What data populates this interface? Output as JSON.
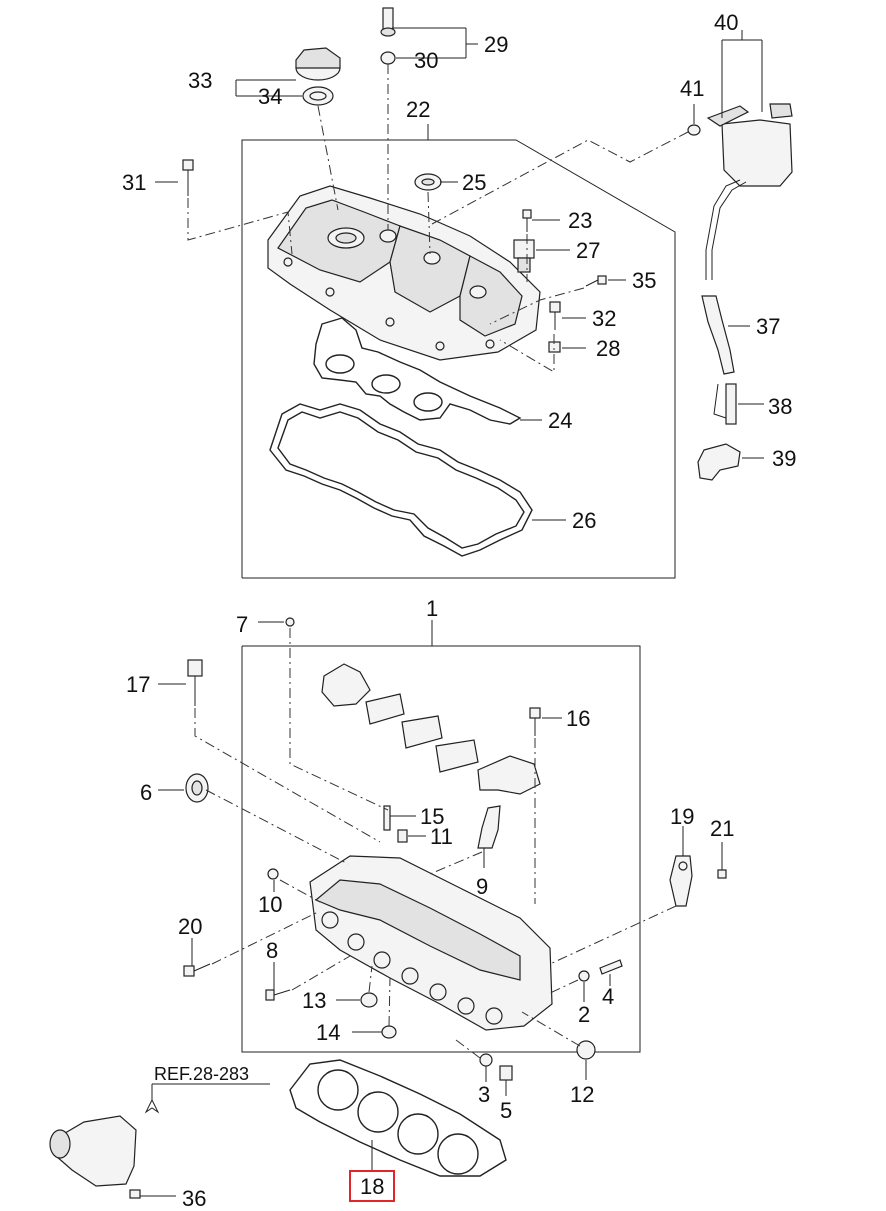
{
  "diagram": {
    "ref_note": "REF.28-283",
    "highlighted_part": "18",
    "colors": {
      "line": "#222222",
      "highlight": "#e0252b",
      "background": "#ffffff"
    },
    "labels": {
      "1": "1",
      "2": "2",
      "3": "3",
      "4": "4",
      "5": "5",
      "6": "6",
      "7": "7",
      "8": "8",
      "9": "9",
      "10": "10",
      "11": "11",
      "12": "12",
      "13": "13",
      "14": "14",
      "15": "15",
      "16": "16",
      "17": "17",
      "18": "18",
      "19": "19",
      "20": "20",
      "21": "21",
      "22": "22",
      "23": "23",
      "24": "24",
      "25": "25",
      "26": "26",
      "27": "27",
      "28": "28",
      "29": "29",
      "30": "30",
      "31": "31",
      "32": "32",
      "33": "33",
      "34": "34",
      "35": "35",
      "36": "36",
      "37": "37",
      "38": "38",
      "39": "39",
      "40": "40",
      "41": "41"
    }
  }
}
